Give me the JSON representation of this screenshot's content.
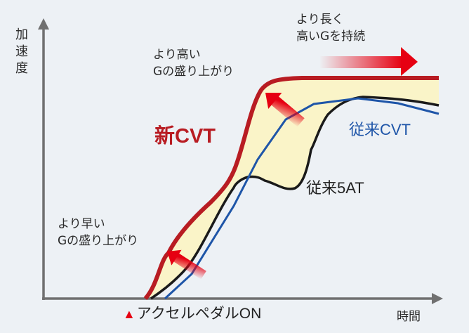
{
  "axes": {
    "y_label": "加速度",
    "x_label": "時間"
  },
  "annotations": {
    "longer": [
      "より長く",
      "高いGを持続"
    ],
    "higher": [
      "より高い",
      "Gの盛り上がり"
    ],
    "earlier": [
      "より早い",
      "Gの盛り上がり"
    ],
    "pedal_marker": "▲",
    "pedal": "アクセルペダルON"
  },
  "series_labels": {
    "new_cvt": "新CVT",
    "old_cvt": "従来CVT",
    "old_5at": "従来5AT"
  },
  "colors": {
    "background": "#edf1f5",
    "new_cvt": "#b81c22",
    "old_cvt": "#1e55a8",
    "old_5at": "#1a1a1a",
    "fill": "#faf4c8",
    "axis": "#707070",
    "arrow": "#e60012"
  }
}
